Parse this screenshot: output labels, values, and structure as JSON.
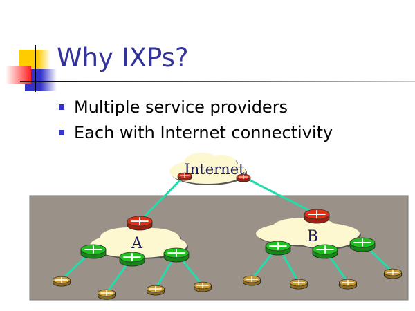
{
  "slide": {
    "title": "Why IXPs?",
    "bullets": [
      "Multiple service providers",
      "Each with Internet connectivity"
    ]
  },
  "diagram": {
    "internet_label": "Internet",
    "provider_a_label": "A",
    "provider_b_label": "B",
    "colors": {
      "link": "#22ddaa",
      "backdrop": "#9a9288",
      "cloud": "#fdf8d0",
      "core_router": "#e03018",
      "access_router": "#20c020",
      "customer_router": "#c89a30"
    }
  }
}
